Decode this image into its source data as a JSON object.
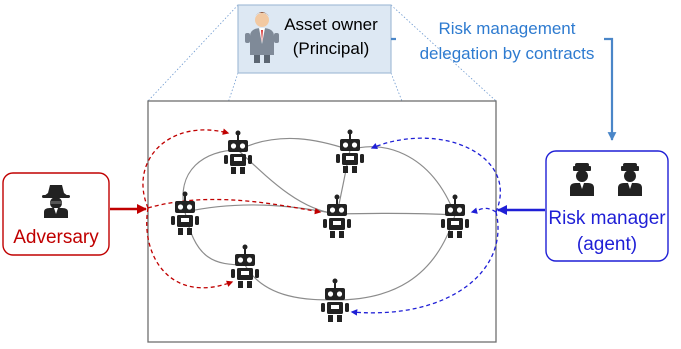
{
  "principal": {
    "line1": "Asset owner",
    "line2": "(Principal)",
    "icon": "businessman-icon"
  },
  "delegation": {
    "line1": "Risk management",
    "line2": "delegation by contracts",
    "color": "#2e7bd0"
  },
  "adversary": {
    "label": "Adversary",
    "color": "#c00000",
    "icon": "spy-icon"
  },
  "risk_manager": {
    "line1": "Risk manager",
    "line2": "(agent)",
    "color": "#1f1fd6",
    "icons": [
      "police-officer-icon",
      "police-officer-icon"
    ]
  },
  "network": {
    "node_icons": [
      "robot-icon",
      "robot-icon",
      "robot-icon",
      "robot-icon",
      "robot-icon",
      "robot-icon",
      "robot-icon"
    ],
    "link_color": "#8c8c8c"
  },
  "colors": {
    "attack_path": "#c00000",
    "defense_path": "#1f1fd6",
    "frame": "#6f6f6f",
    "principal_fill": "#dde8f3",
    "principal_border": "#a5bdd8"
  }
}
